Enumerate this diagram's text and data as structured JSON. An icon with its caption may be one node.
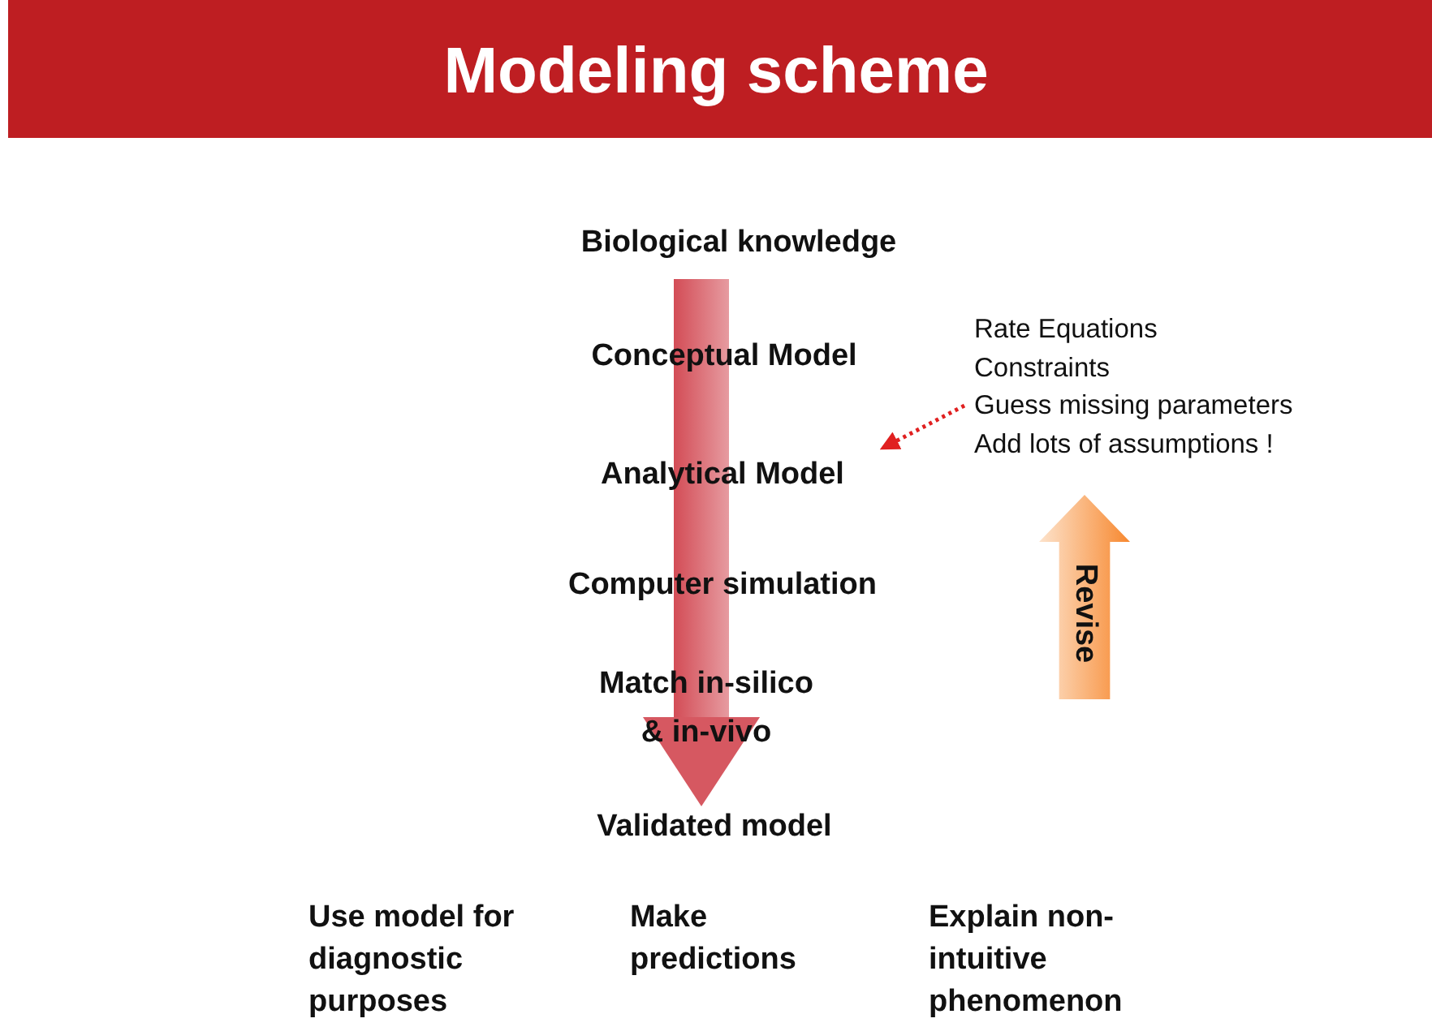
{
  "diagram": {
    "title": "Modeling scheme",
    "nodes": [
      {
        "text": [
          "Biological knowledge"
        ]
      },
      {
        "text": [
          "Conceptual Model"
        ]
      },
      {
        "text": [
          "Analytical Model"
        ]
      },
      {
        "text": [
          "Computer simulation"
        ]
      },
      {
        "text": [
          "Match in-silico & in-vivo"
        ]
      },
      {
        "text": [
          "Validated model"
        ]
      },
      {
        "text": [
          "Rate Equations",
          "Constraints",
          "Guess missing parameters",
          "Add lots of assumptions !"
        ]
      },
      {
        "text": [
          "Revise"
        ]
      },
      {
        "text": [
          "Use model for diagnostic purposes"
        ]
      },
      {
        "text": [
          "Make predictions"
        ]
      },
      {
        "text": [
          "Explain non-intuitive phenomenon"
        ]
      }
    ],
    "edges": [
      {
        "from": 0,
        "to": 5,
        "arrow": "to",
        "style": "thick",
        "color": "#c8202c"
      },
      {
        "from": 6,
        "to": 2,
        "arrow": "to",
        "style": "dashed",
        "color": "#e02020"
      }
    ]
  }
}
